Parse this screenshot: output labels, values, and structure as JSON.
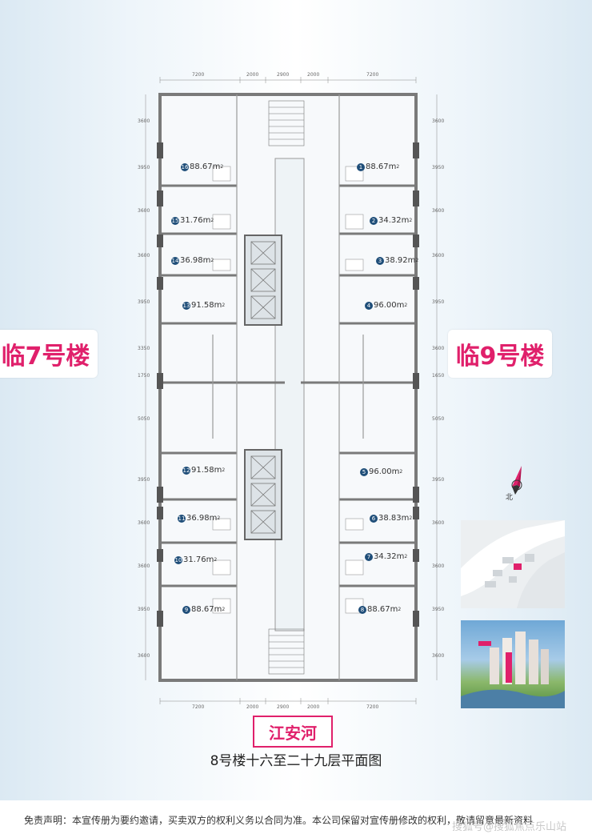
{
  "dimensions": {
    "top": [
      "7200",
      "2000",
      "2900",
      "2000",
      "7200"
    ],
    "bottom": [
      "7200",
      "2000",
      "2900",
      "2000",
      "7200"
    ],
    "left": [
      "3600",
      "3950",
      "3600",
      "3600",
      "3950",
      "3350",
      "1750",
      "5050",
      "3950",
      "3600",
      "3600",
      "3950",
      "3600"
    ],
    "right": [
      "3600",
      "3950",
      "3600",
      "3600",
      "3950",
      "3600",
      "1650",
      "5050",
      "3950",
      "3600",
      "3600",
      "3950",
      "3600"
    ]
  },
  "units": [
    {
      "num": "16",
      "area": "88.67m",
      "sup": "2"
    },
    {
      "num": "1",
      "area": "88.67m",
      "sup": "2"
    },
    {
      "num": "15",
      "area": "31.76m",
      "sup": "2"
    },
    {
      "num": "2",
      "area": "34.32m",
      "sup": "2"
    },
    {
      "num": "14",
      "area": "36.98m",
      "sup": "2"
    },
    {
      "num": "3",
      "area": "38.92m",
      "sup": "2"
    },
    {
      "num": "13",
      "area": "91.58m",
      "sup": "2"
    },
    {
      "num": "4",
      "area": "96.00m",
      "sup": "2"
    },
    {
      "num": "12",
      "area": "91.58m",
      "sup": "2"
    },
    {
      "num": "5",
      "area": "96.00m",
      "sup": "2"
    },
    {
      "num": "11",
      "area": "36.98m",
      "sup": "2"
    },
    {
      "num": "6",
      "area": "38.83m",
      "sup": "2"
    },
    {
      "num": "10",
      "area": "31.76m",
      "sup": "2"
    },
    {
      "num": "7",
      "area": "34.32m",
      "sup": "2"
    },
    {
      "num": "9",
      "area": "88.67m",
      "sup": "2"
    },
    {
      "num": "8",
      "area": "88.67m",
      "sup": "2"
    }
  ],
  "adjacent": {
    "left": "临7号楼",
    "right": "临9号楼"
  },
  "river": "江安河",
  "title": "8号楼十六至二十九层平面图",
  "compass_label": "北",
  "disclaimer": "免责声明：本宣传册为要约邀请，买卖双方的权利义务以合同为准。本公司保留对宣传册修改的权利，敬请留意最新资料",
  "watermark": "搜狐号@搜狐焦点乐山站",
  "colors": {
    "accent": "#e0206b",
    "badge": "#1f4e79",
    "wall": "#7a7a7a"
  }
}
